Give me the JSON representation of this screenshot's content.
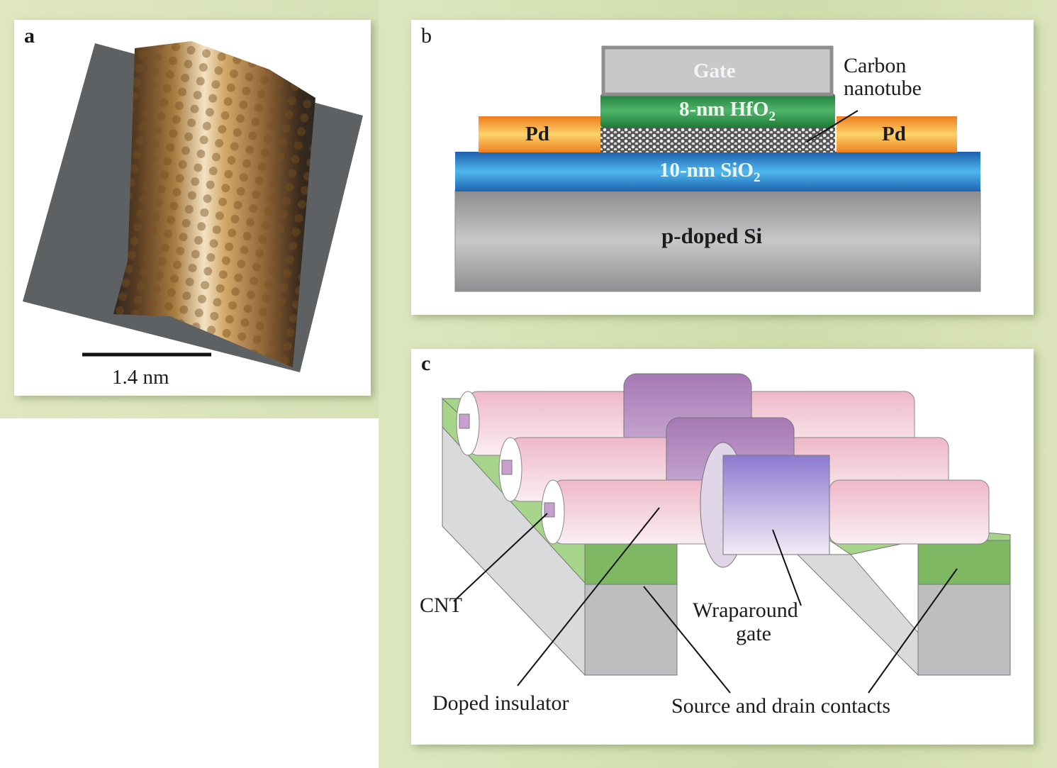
{
  "figure": {
    "panel_a": {
      "letter": "a",
      "image_description": "STM image of a carbon nanotube showing hexagonal atomic lattice",
      "scale_bar_label": "1.4 nm"
    },
    "panel_b": {
      "letter": "b",
      "layers": {
        "gate": "Gate",
        "hfo2": "8-nm HfO",
        "hfo2_sub": "2",
        "pd_left": "Pd",
        "pd_right": "Pd",
        "sio2": "10-nm SiO",
        "sio2_sub": "2",
        "substrate": "p-doped Si"
      },
      "callout": {
        "line1": "Carbon",
        "line2": "nanotube"
      },
      "colors": {
        "gate": "#c8c8ca",
        "hfo2": "#2e9a4a",
        "pd": "#f4a33c",
        "sio2": "#3a8fd2",
        "substrate": "#b4b4b6"
      }
    },
    "panel_c": {
      "letter": "c",
      "labels": {
        "cnt": "CNT",
        "doped_insulator": "Doped insulator",
        "gate_line1": "Wraparound",
        "gate_line2": "gate",
        "contacts": "Source and drain contacts"
      },
      "colors": {
        "insulator": "#f2c4d4",
        "gate": "#a97ab8",
        "contact": "#8fc46f",
        "base": "#c4c5c7"
      }
    }
  }
}
